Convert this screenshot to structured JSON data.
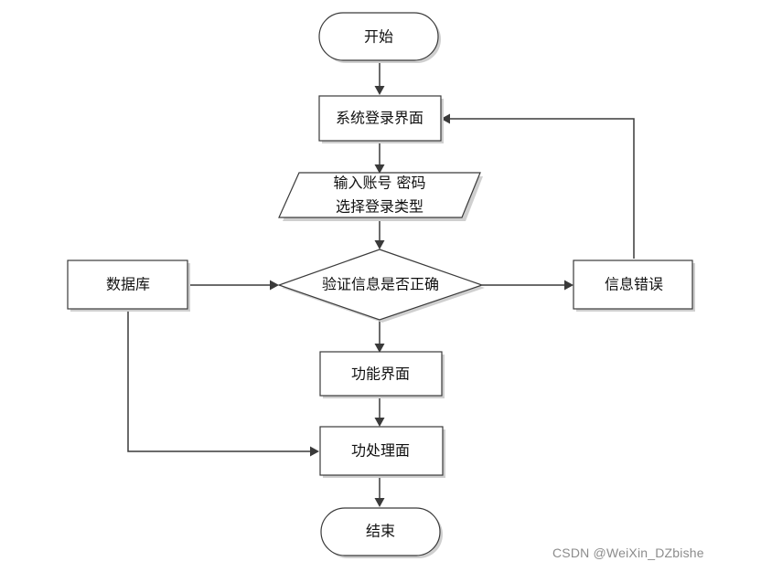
{
  "diagram": {
    "nodes": {
      "start": "开始",
      "login_page": "系统登录界面",
      "input_line1": "输入账号 密码",
      "input_line2": "选择登录类型",
      "database": "数据库",
      "verify": "验证信息是否正确",
      "error": "信息错误",
      "function_page": "功能界面",
      "process_page": "功处理面",
      "end": "结束"
    }
  },
  "watermark": "CSDN @WeiXin_DZbishe"
}
